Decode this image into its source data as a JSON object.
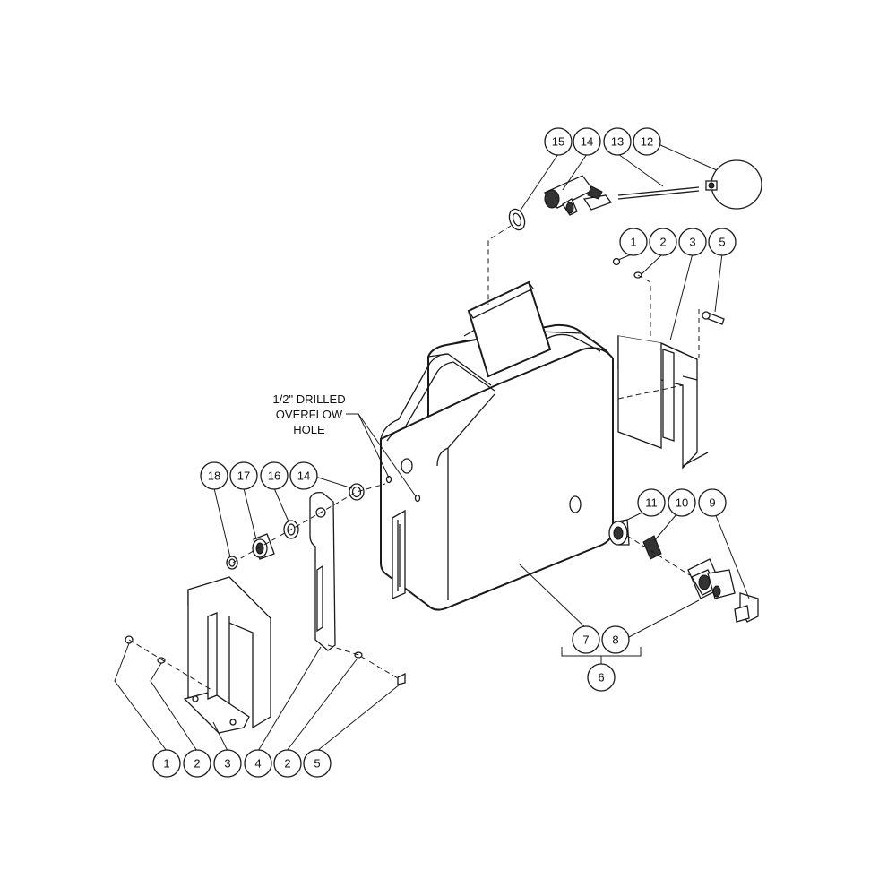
{
  "note": {
    "line1": "1/2\" DRILLED",
    "line2": "OVERFLOW",
    "line3": "HOLE"
  },
  "balloons": {
    "b15_top": "15",
    "b14_top": "14",
    "b13_top": "13",
    "b12_top": "12",
    "b1_right": "1",
    "b2_right": "2",
    "b3_right": "3",
    "b5_right": "5",
    "b18": "18",
    "b17": "17",
    "b16": "16",
    "b14_left": "14",
    "b11": "11",
    "b10": "10",
    "b9": "9",
    "b7": "7",
    "b8": "8",
    "b6": "6",
    "b1_bottom": "1",
    "b2_bottom_a": "2",
    "b3_bottom": "3",
    "b4_bottom": "4",
    "b2_bottom_b": "2",
    "b5_bottom": "5"
  }
}
